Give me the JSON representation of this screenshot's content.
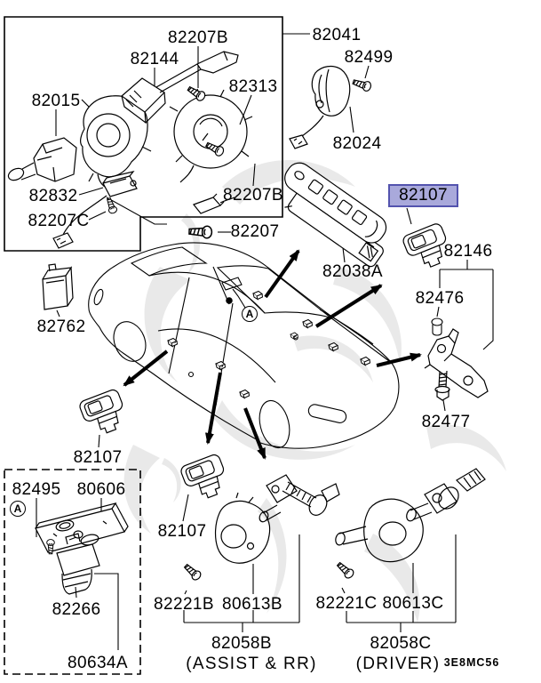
{
  "diagram": {
    "sheet_code": "3E8MC56",
    "view_marker": "A",
    "part_labels": {
      "p82207b_top": "82207B",
      "p82144": "82144",
      "p82041": "82041",
      "p82499": "82499",
      "p82015": "82015",
      "p82313": "82313",
      "p82024": "82024",
      "p82832": "82832",
      "p82207c": "82207C",
      "p82207b_bot": "82207B",
      "p82207": "82207",
      "p82038a": "82038A",
      "p82107_selected": "82107",
      "p82146": "82146",
      "p82476": "82476",
      "p82477": "82477",
      "p82762": "82762",
      "p82107_left": "82107",
      "p82107_mid": "82107",
      "p82495": "82495",
      "p80606": "80606",
      "p82266": "82266",
      "p80634a": "80634A",
      "p82221b": "82221B",
      "p80613b": "80613B",
      "p82058b": "82058B",
      "p82221c": "82221C",
      "p80613c": "80613C",
      "p82058c": "82058C"
    },
    "captions": {
      "assist_rr": "(ASSIST & RR)",
      "driver": "(DRIVER)"
    },
    "colors": {
      "line": "#000000",
      "background": "#ffffff",
      "highlight_fill": "#a9a9db",
      "highlight_border": "#5353ae",
      "watermark": "#e9e9e9"
    }
  }
}
